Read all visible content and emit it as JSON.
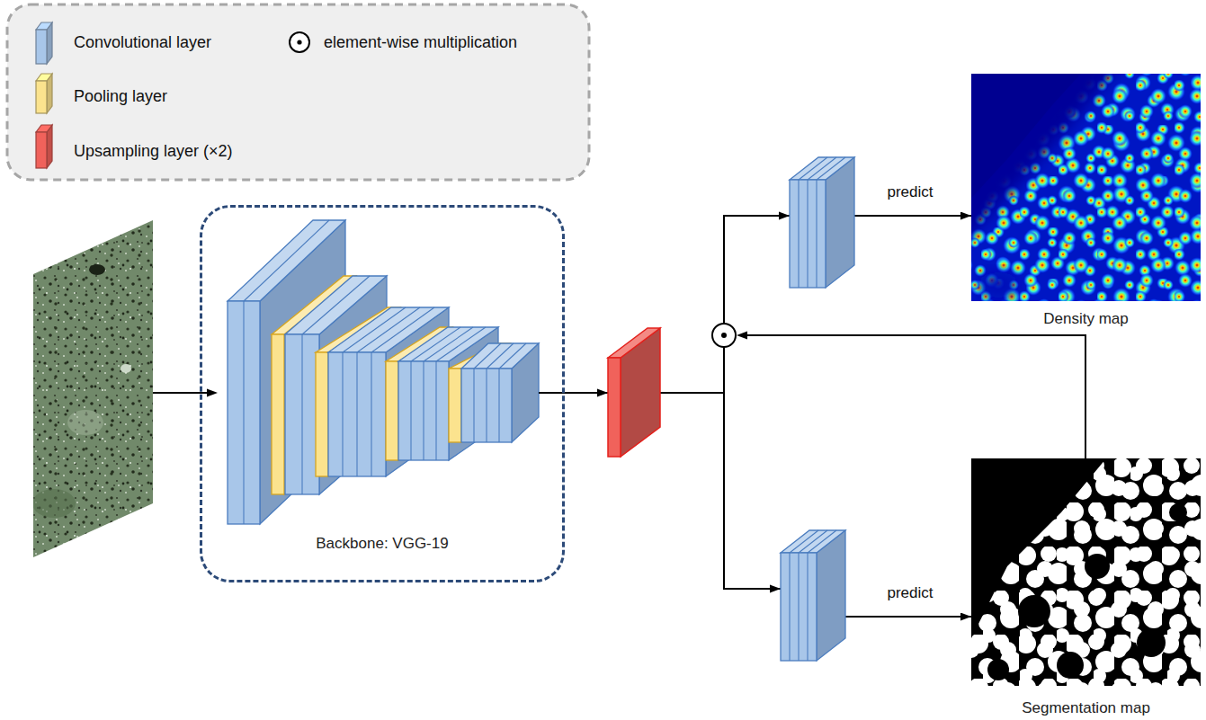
{
  "diagram": {
    "nodes": [
      {
        "text": [
          "Backbone: VGG-19"
        ]
      },
      {
        "text": [
          "Density map"
        ]
      },
      {
        "text": [
          "Segmentation map"
        ]
      }
    ],
    "edges": [
      {
        "from": 0,
        "to": 1,
        "arrow": "to",
        "label": "predict"
      },
      {
        "from": 0,
        "to": 2,
        "arrow": "to",
        "label": "predict"
      }
    ],
    "legend": [
      {
        "text": "Convolutional layer",
        "color": "#a8c6e9"
      },
      {
        "text": "element-wise multiplication"
      },
      {
        "text": "Pooling layer",
        "color": "#fbe38e"
      },
      {
        "text": "Upsampling layer (×2)",
        "color": "#f0625b"
      }
    ]
  }
}
